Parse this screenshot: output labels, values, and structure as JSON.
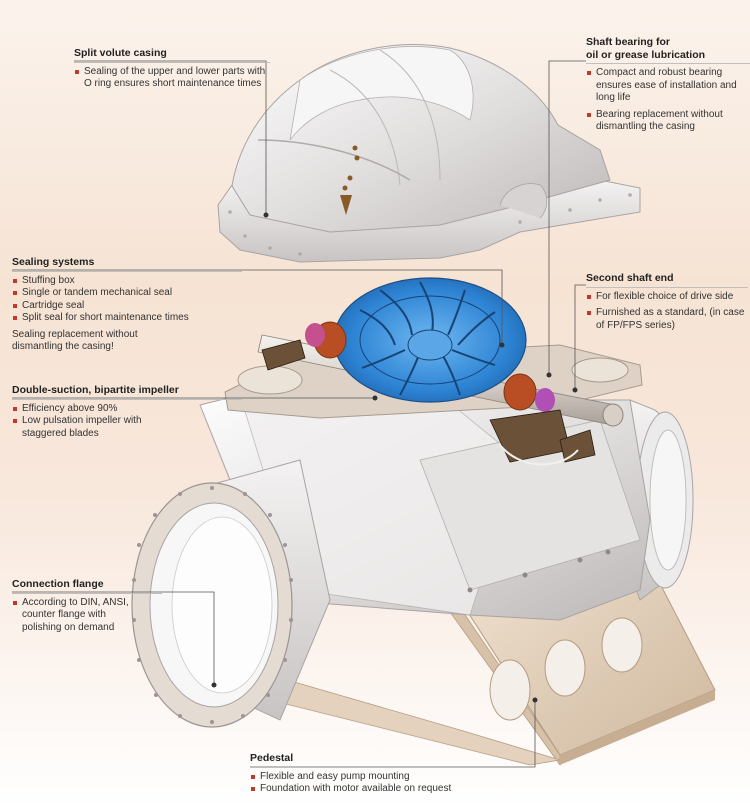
{
  "callouts": {
    "split_volute": {
      "title": "Split volute casing",
      "items": [
        "Sealing of the upper and lower parts with O ring ensures short maintenance times"
      ]
    },
    "shaft_bearing": {
      "title_line1": "Shaft bearing for",
      "title_line2": "oil or grease lubrication",
      "items": [
        "Compact and robust bearing ensures ease of installation and long life",
        "Bearing replacement without dismantling the casing"
      ]
    },
    "sealing": {
      "title": "Sealing systems",
      "items": [
        "Stuffing box",
        "Single or tandem mechanical seal",
        "Cartridge seal",
        "Split seal for short maintenance times"
      ],
      "note": "Sealing replacement without dismantling the casing!"
    },
    "second_shaft": {
      "title": "Second shaft end",
      "items": [
        "For flexible choice of drive side",
        "Furnished as a standard, (in case of FP/FPS series)"
      ]
    },
    "impeller": {
      "title": "Double-suction, bipartite impeller",
      "items": [
        "Efficiency above 90%",
        "Low pulsation impeller with staggered blades"
      ]
    },
    "connection": {
      "title": "Connection flange",
      "items": [
        "According to DIN, ANSI, counter flange with polishing on demand"
      ]
    },
    "pedestal": {
      "title": "Pedestal",
      "items": [
        "Flexible and easy pump mounting",
        "Foundation with motor available on request"
      ]
    }
  },
  "colors": {
    "casing": "#e9e6e6",
    "impeller": "#2f86d6",
    "pedestal": "#e6d2bb",
    "coupling": "#c8542b",
    "bullet": "#c0392b"
  }
}
